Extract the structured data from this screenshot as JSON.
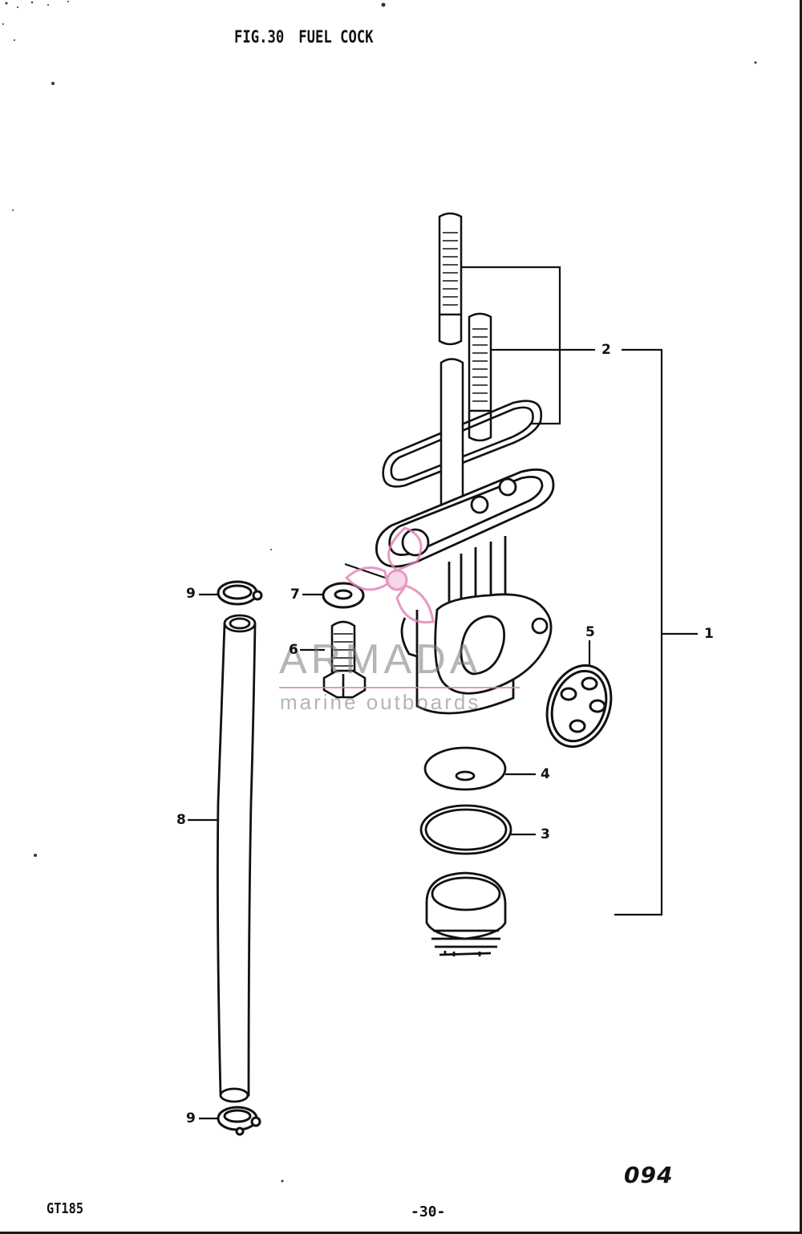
{
  "figure": {
    "title_number": "FIG.30",
    "title_name": "FUEL COCK"
  },
  "callouts": [
    "1",
    "2",
    "3",
    "4",
    "5",
    "6",
    "7",
    "8",
    "9",
    "9"
  ],
  "footer": {
    "model": "GT185",
    "page_number": "-30-",
    "code": "094"
  },
  "watermark": {
    "brand": "ARMADA",
    "tagline": "marine outboards",
    "color": "#e27fb5"
  }
}
